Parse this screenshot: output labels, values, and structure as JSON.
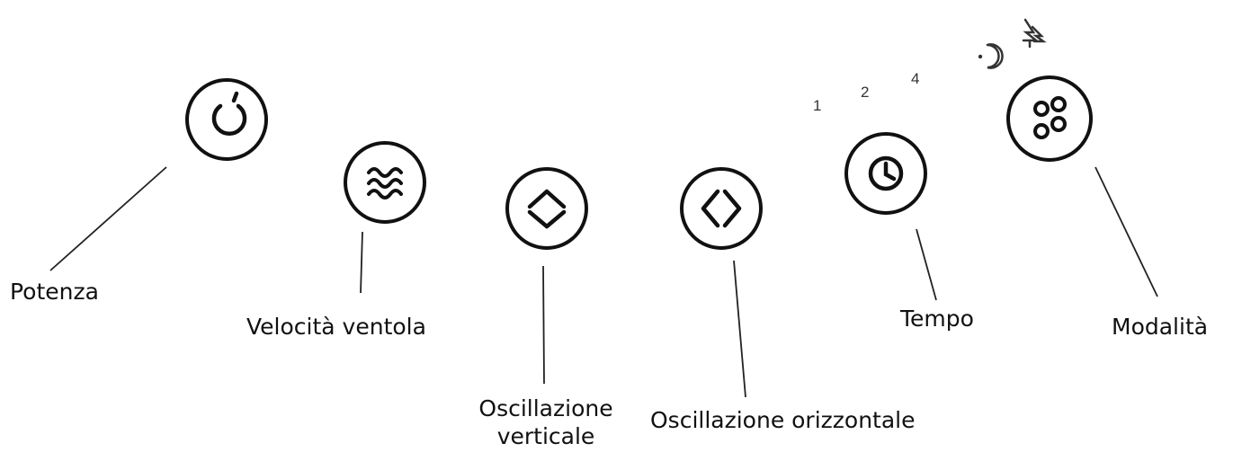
{
  "labels": {
    "power": "Potenza",
    "fan_speed": "Velocità ventola",
    "vertical_osc_line1": "Oscillazione",
    "vertical_osc_line2": "verticale",
    "horizontal_osc": "Oscillazione orizzontale",
    "timer": "Tempo",
    "mode": "Modalità"
  },
  "timer_options": [
    "1",
    "2",
    "4"
  ],
  "mode_indicators": [
    "sleep-icon",
    "natural-wind-icon"
  ],
  "buttons": [
    "power-icon",
    "wind-waves-icon",
    "vertical-oscillation-icon",
    "horizontal-oscillation-icon",
    "clock-icon",
    "mode-dots-icon"
  ],
  "colors": {
    "stroke": "#111111",
    "background": "#ffffff"
  }
}
